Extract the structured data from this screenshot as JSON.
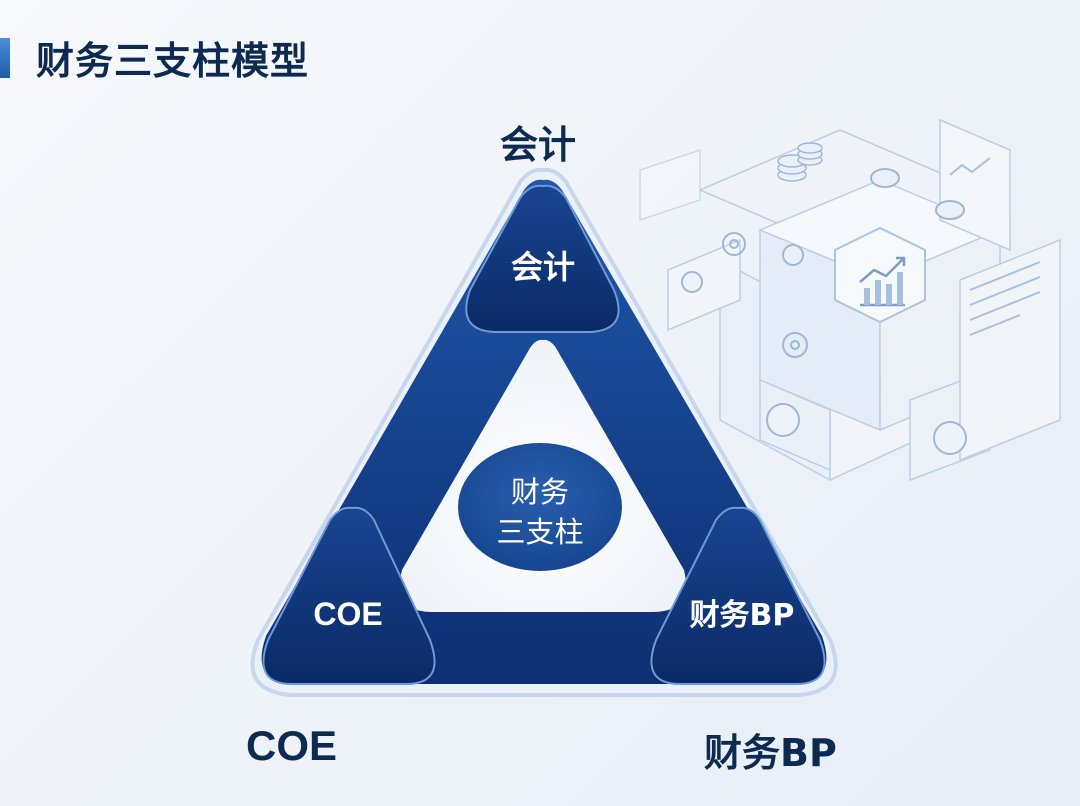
{
  "page": {
    "title": "财务三支柱模型"
  },
  "diagram": {
    "outer_labels": {
      "top": "会计",
      "left": "COE",
      "right": "财务BP"
    },
    "nodes": {
      "top": "会计",
      "left": "COE",
      "right": "财务BP"
    },
    "center": {
      "line1": "财务",
      "line2": "三支柱"
    }
  },
  "colors": {
    "primary_dark": "#0d2f72",
    "primary": "#1a4a9c",
    "node_fill": "#0f3477",
    "center_fill": "#1d4e9b",
    "title_text": "#0e2a50"
  },
  "icons": [
    "dollar-coin-icon",
    "chart-up-icon",
    "gear-icon",
    "pie-chart-icon",
    "document-icon"
  ]
}
